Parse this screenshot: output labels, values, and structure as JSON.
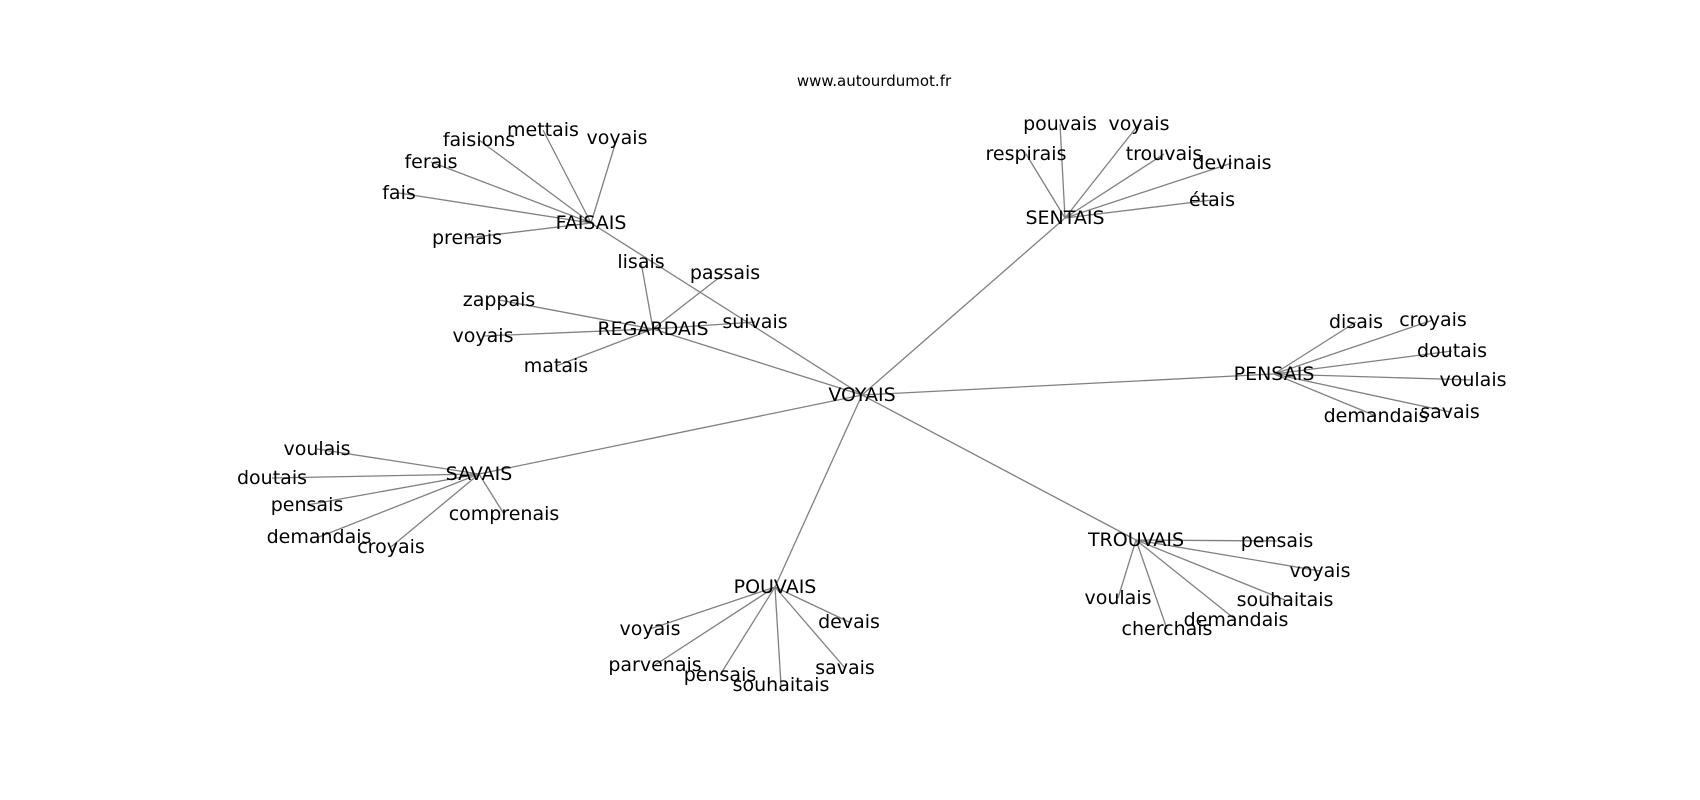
{
  "caption": "www.autourdumot.fr",
  "graph": {
    "center": "VOYAIS",
    "clusters": [
      {
        "hub": "FAISAIS",
        "leaves": [
          "faisions",
          "mettais",
          "voyais",
          "ferais",
          "fais",
          "prenais"
        ]
      },
      {
        "hub": "REGARDAIS",
        "leaves": [
          "lisais",
          "passais",
          "zappais",
          "voyais",
          "suivais",
          "matais"
        ]
      },
      {
        "hub": "SENTAIS",
        "leaves": [
          "pouvais",
          "voyais",
          "respirais",
          "trouvais",
          "devinais",
          "étais"
        ]
      },
      {
        "hub": "PENSAIS",
        "leaves": [
          "disais",
          "croyais",
          "doutais",
          "voulais",
          "savais",
          "demandais"
        ]
      },
      {
        "hub": "SAVAIS",
        "leaves": [
          "voulais",
          "doutais",
          "pensais",
          "demandais",
          "croyais",
          "comprenais"
        ]
      },
      {
        "hub": "TROUVAIS",
        "leaves": [
          "pensais",
          "voyais",
          "souhaitais",
          "voulais",
          "demandais",
          "cherchais"
        ]
      },
      {
        "hub": "POUVAIS",
        "leaves": [
          "voyais",
          "devais",
          "parvenais",
          "pensais",
          "savais",
          "souhaitais"
        ]
      }
    ]
  }
}
